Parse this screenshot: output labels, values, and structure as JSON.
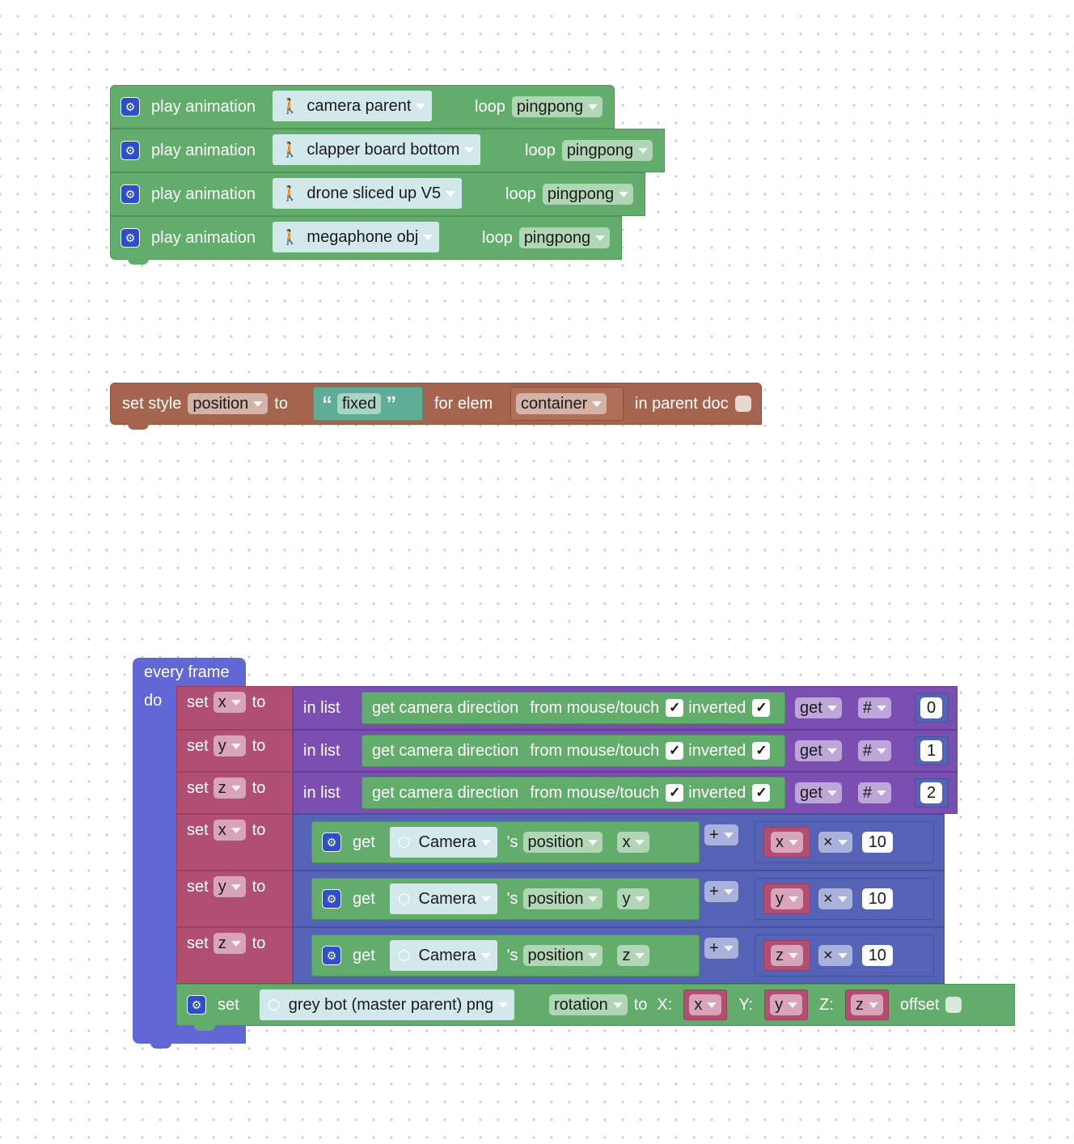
{
  "play_animation_blocks": [
    {
      "label": "play animation",
      "object": "camera parent",
      "loop_label": "loop",
      "loop_mode": "pingpong"
    },
    {
      "label": "play animation",
      "object": "clapper board bottom",
      "loop_label": "loop",
      "loop_mode": "pingpong"
    },
    {
      "label": "play animation",
      "object": "drone sliced up V5",
      "loop_label": "loop",
      "loop_mode": "pingpong"
    },
    {
      "label": "play animation",
      "object": "megaphone obj",
      "loop_label": "loop",
      "loop_mode": "pingpong"
    }
  ],
  "set_style_block": {
    "label": "set style",
    "property": "position",
    "to_label": "to",
    "open_quote": "“",
    "value": "fixed",
    "close_quote": "”",
    "for_elem_label": "for elem",
    "elem": "container",
    "in_parent_doc_label": "in parent doc"
  },
  "every_frame": {
    "header": "every frame",
    "do_label": "do",
    "list_rows": [
      {
        "set": "set",
        "var": "x",
        "to": "to",
        "in_list": "in list",
        "func": "get camera direction",
        "from_label": "from mouse/touch",
        "inverted_label": "inverted",
        "get": "get",
        "hash": "#",
        "index": "0"
      },
      {
        "set": "set",
        "var": "y",
        "to": "to",
        "in_list": "in list",
        "func": "get camera direction",
        "from_label": "from mouse/touch",
        "inverted_label": "inverted",
        "get": "get",
        "hash": "#",
        "index": "1"
      },
      {
        "set": "set",
        "var": "z",
        "to": "to",
        "in_list": "in list",
        "func": "get camera direction",
        "from_label": "from mouse/touch",
        "inverted_label": "inverted",
        "get": "get",
        "hash": "#",
        "index": "2"
      }
    ],
    "math_rows": [
      {
        "set": "set",
        "var": "x",
        "to": "to",
        "get": "get",
        "object": "Camera",
        "possessive": "'s",
        "property": "position",
        "axis": "x",
        "op": "+",
        "mult_var": "x",
        "mult_op": "×",
        "factor": "10"
      },
      {
        "set": "set",
        "var": "y",
        "to": "to",
        "get": "get",
        "object": "Camera",
        "possessive": "'s",
        "property": "position",
        "axis": "y",
        "op": "+",
        "mult_var": "y",
        "mult_op": "×",
        "factor": "10"
      },
      {
        "set": "set",
        "var": "z",
        "to": "to",
        "get": "get",
        "object": "Camera",
        "possessive": "'s",
        "property": "position",
        "axis": "z",
        "op": "+",
        "mult_var": "z",
        "mult_op": "×",
        "factor": "10"
      }
    ],
    "rotation_row": {
      "set": "set",
      "object": "grey bot (master parent) png",
      "property": "rotation",
      "to": "to",
      "x_label": "X:",
      "x_var": "x",
      "y_label": "Y:",
      "y_var": "y",
      "z_label": "Z:",
      "z_var": "z",
      "offset_label": "offset"
    }
  },
  "icons": {
    "gear": "gear-icon",
    "walker": "walking-figure-icon",
    "cube": "cube-icon",
    "quote": "quote-icon"
  },
  "colors": {
    "event": "#6168d6",
    "anim": "#63ad6c",
    "style": "#a5644e",
    "list": "#7a4fb1",
    "variable": "#b14f72",
    "math": "#5463b5"
  }
}
